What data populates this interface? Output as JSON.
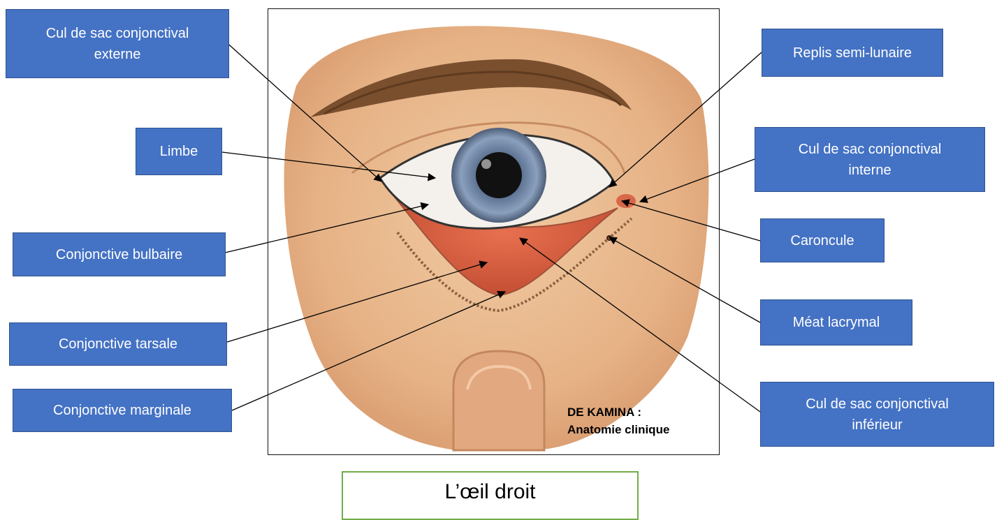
{
  "labels": {
    "cul_de_sac_externe": {
      "line1": "Cul de sac conjonctival",
      "line2": "externe"
    },
    "limbe": "Limbe",
    "conjonctive_bulbaire": "Conjonctive bulbaire",
    "conjonctive_tarsale": "Conjonctive tarsale",
    "conjonctive_marginale": "Conjonctive marginale",
    "replis_semi_lunaire": "Replis semi-lunaire",
    "cul_de_sac_interne": {
      "line1": "Cul de sac conjonctival",
      "line2": "interne"
    },
    "caroncule": "Caroncule",
    "meat_lacrymal": "Méat lacrymal",
    "cul_de_sac_inferieur": {
      "line1": "Cul de sac conjonctival",
      "line2": "inférieur"
    }
  },
  "credit": {
    "line1": "DE KAMINA :",
    "line2": "Anatomie clinique"
  },
  "caption": "L’œil droit",
  "colors": {
    "label_fill": "#4472c4",
    "caption_border": "#70ad47",
    "skin": "#e8b98e"
  }
}
